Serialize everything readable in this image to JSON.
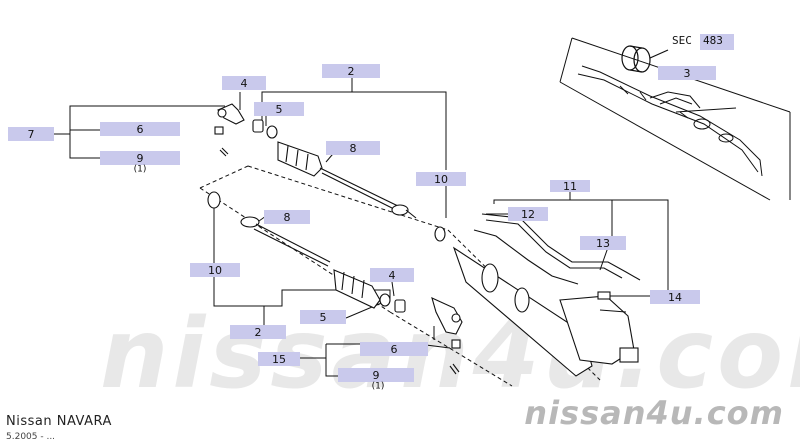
{
  "callouts": {
    "c2_top": "2",
    "c3": "3",
    "c4_top": "4",
    "c5_top": "5",
    "c6_top": "6",
    "c7": "7",
    "c8_top": "8",
    "c9_top": "9",
    "c9_top_sub": "(1)",
    "c10_right": "10",
    "c11": "11",
    "c12": "12",
    "c13": "13",
    "c14": "14",
    "c8_left": "8",
    "c10_left": "10",
    "c4_bottom": "4",
    "c5_bottom": "5",
    "c2_bottom": "2",
    "c6_bottom": "6",
    "c15": "15",
    "c9_bottom": "9",
    "c9_bottom_sub": "(1)"
  },
  "sec_ref": {
    "prefix": "SEC",
    "number": "483"
  },
  "footer": {
    "model": "Nissan NAVARA",
    "date": "5.2005 - ..."
  },
  "branding": {
    "watermark": "nissan4u.com",
    "logo_text": "nissan4u.com"
  },
  "colors": {
    "callout_fill": "#c9c9ec",
    "line": "#111111",
    "watermark": "#cdcdcd"
  }
}
